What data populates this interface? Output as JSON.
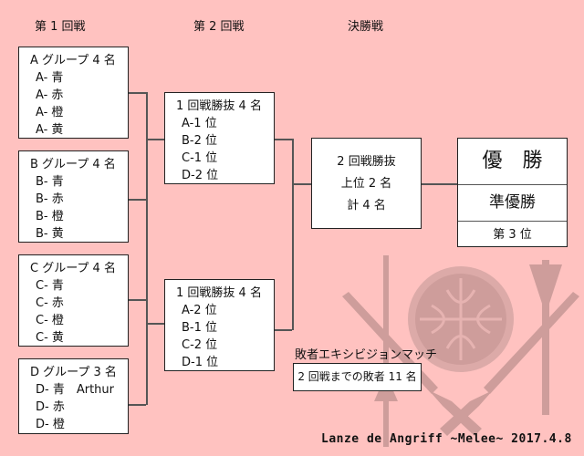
{
  "headers": {
    "round1": "第 1 回戦",
    "round2": "第 2 回戦",
    "final": "決勝戦"
  },
  "groups": [
    {
      "title": "A グループ 4 名",
      "members": [
        "A- 青",
        "A- 赤",
        "A- 橙",
        "A- 黄"
      ]
    },
    {
      "title": "B グループ 4 名",
      "members": [
        "B- 青",
        "B- 赤",
        "B- 橙",
        "B- 黄"
      ]
    },
    {
      "title": "C グループ 4 名",
      "members": [
        "C- 青",
        "C- 赤",
        "C- 橙",
        "C- 黄"
      ]
    },
    {
      "title": "D グループ 3 名",
      "members": [
        "D- 青　Arthur",
        "D- 赤",
        "D- 橙"
      ]
    }
  ],
  "round2": [
    {
      "title": "1 回戦勝抜 4 名",
      "members": [
        "A-1 位",
        "B-2 位",
        "C-1 位",
        "D-2 位"
      ]
    },
    {
      "title": "1 回戦勝抜 4 名",
      "members": [
        "A-2 位",
        "B-1 位",
        "C-2 位",
        "D-1 位"
      ]
    }
  ],
  "final": {
    "lines": [
      "2 回戦勝抜",
      "上位 2 名",
      "計 4 名"
    ]
  },
  "results": {
    "winner": "優　勝",
    "runner_up": "準優勝",
    "third": "第 3 位"
  },
  "exhibition": {
    "label": "敗者エキシビジョンマッチ",
    "box": "2 回戦までの敗者 11 名"
  },
  "signature": "Lanze de Angriff ~Melee~ 2017.4.8"
}
